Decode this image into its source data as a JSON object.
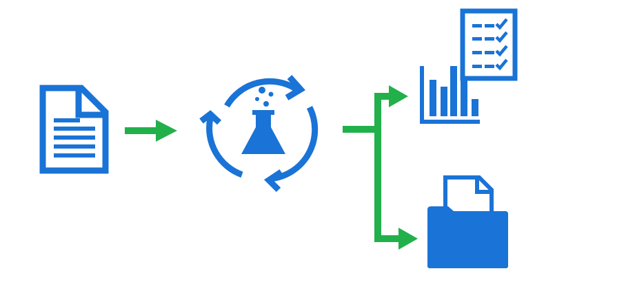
{
  "diagram": {
    "nodes": [
      {
        "id": "input",
        "icon": "document-icon"
      },
      {
        "id": "process",
        "icon": "flask-cycle-icon"
      },
      {
        "id": "report",
        "icon": "bar-chart-checklist-icon"
      },
      {
        "id": "storage",
        "icon": "folder-document-icon"
      }
    ],
    "edges": [
      {
        "from": "input",
        "to": "process"
      },
      {
        "from": "process",
        "to": "report"
      },
      {
        "from": "process",
        "to": "storage"
      }
    ]
  },
  "colors": {
    "icon": "#1a73d6",
    "arrow": "#22b04b",
    "background": "#ffffff"
  }
}
